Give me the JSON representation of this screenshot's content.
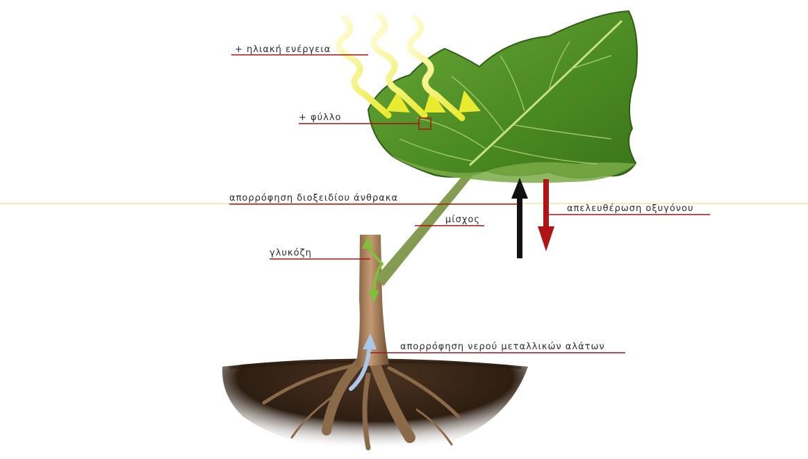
{
  "labels": {
    "solar_energy": "+ ηλιακή ενέργεια",
    "leaf": "+ φύλλο",
    "co2_absorption": "απορρόφηση διοξειδίου άνθρακα",
    "oxygen_release": "απελευθέρωση οξυγόνου",
    "stem": "μίσχος",
    "glucose": "γλυκόζη",
    "water_absorption": "απορρόφηση νερού μεταλλικών αλάτων"
  },
  "colors": {
    "label_line": "#a31515",
    "leaf": "#4f8f25",
    "sun_ray": "#f2f24a",
    "co2_arrow": "#111111",
    "oxygen_arrow": "#b01515",
    "glucose_arrow": "#7fc03a",
    "water_arrow": "#a9c8ea",
    "soil": "#3a2616",
    "guide_line": "#f1e6a8"
  }
}
